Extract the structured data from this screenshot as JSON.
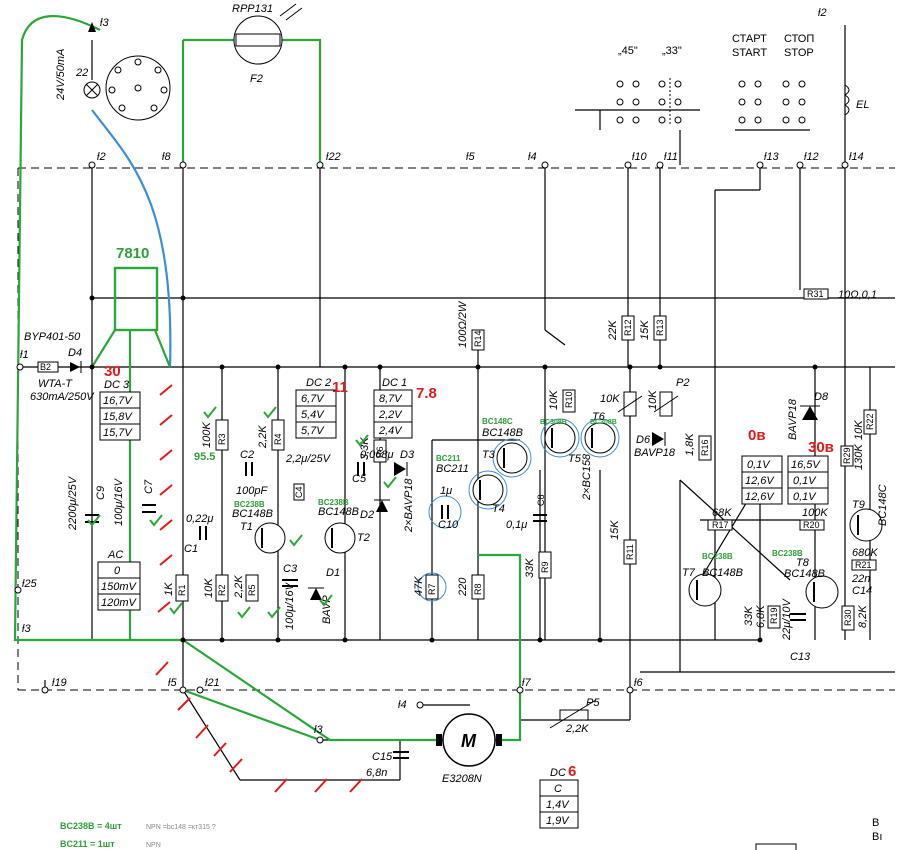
{
  "colors": {
    "wire": "#000000",
    "mod_green": "#2aa63a",
    "mod_blue": "#3a8fd6",
    "annot_red": "#e0191b",
    "green_text": "#2f9e3a"
  },
  "terminals": {
    "t3_top": "ƚ3",
    "t2_right": "ƚ2",
    "t2": "ƚ2",
    "t8": "ƚ8",
    "t22": "ƚ22",
    "t5": "ƚ5",
    "t4": "ƚ4",
    "t10": "ƚ10",
    "t11": "ƚ11",
    "t13": "ƚ13",
    "t12": "ƚ12",
    "t14": "ƚ14",
    "t1": "ƚ1",
    "t25": "ƚ25",
    "t3_left": "ƚ3",
    "t19": "ƚ19",
    "t5_bot": "ƚ5",
    "t21": "ƚ21",
    "t3_motor": "ƚ3",
    "t7": "ƚ7",
    "t4_bot": "ƚ4",
    "t6": "ƚ6"
  },
  "top": {
    "lamp_value": "24V/50mA",
    "lamp_num": "22",
    "ldr_name": "RPP131",
    "ldr_ref": "F2",
    "speed_45": "„45\"",
    "speed_33": "„33\"",
    "start_ru": "СТАРТ",
    "start_en": "START",
    "stop_ru": "СТОП",
    "stop_en": "STOP",
    "el": "EL",
    "r31": "R31",
    "r31_val": "10Ω,0,1"
  },
  "left": {
    "diode_type": "BYP401-50",
    "d4": "D4",
    "fuse": "B2",
    "fuse_type": "WTA-T",
    "fuse_rating": "630mA/250V",
    "c9_val": "2200μ/25V",
    "c9": "C9",
    "c7_val": "100μ/16V",
    "c7": "C7",
    "dc3_label": "DC 3",
    "dc3_values": [
      "16,7V",
      "15,8V",
      "15,7V"
    ],
    "ac_label": "AC",
    "ac_values": [
      "0",
      "150mV",
      "120mV"
    ]
  },
  "regulator": {
    "label": "7810"
  },
  "stage1": {
    "r3": "R3",
    "r3_val": "100K",
    "r4": "R4",
    "r4_val": "2,2K",
    "c2": "C2",
    "c2_val": "100pF",
    "c1": "C1",
    "c1_val": "0,22μ",
    "t1": "T1",
    "t1_type": "BC148B",
    "t1_green": "BC238B",
    "t2": "T2",
    "t2_type": "BC148B",
    "t2_green": "BC238B",
    "c3": "C3",
    "c3_val": "100μ/16V",
    "c4": "C4",
    "c4_val": "2,2μ/25V",
    "r1": "R1",
    "r1_val": "1K",
    "r2": "R2",
    "r2_val": "10K",
    "r5": "R5",
    "r5_val": "2,2K",
    "d1": "D1",
    "d1_type": "BAVP",
    "dc2_label": "DC 2",
    "dc2_values": [
      "6,7V",
      "5,4V",
      "5,7V"
    ]
  },
  "stage2": {
    "r6": "R6",
    "r6_val": "3,3K",
    "c5": "C5",
    "c5_val": "0,068μ",
    "d3": "D3",
    "d2": "D2",
    "d23_type": "2×BAVP18",
    "dc1_label": "DC 1",
    "dc1_values": [
      "8,7V",
      "2,2V",
      "2,4V"
    ],
    "t3": "T3",
    "t3_type": "BC148B",
    "t3_green": "BC148C",
    "t4": "T4",
    "t4_type": "BC211",
    "t4_green": "BC211",
    "c10": "C10",
    "c10_val": "1μ",
    "r7": "R7",
    "r7_val": "47K",
    "r8": "R8",
    "r8_val": "220",
    "r14": "R14",
    "r14_val": "100Ω/2W",
    "c8": "C8",
    "c8_val": "0,1μ",
    "r9": "R9",
    "r9_val": "33K"
  },
  "stage3": {
    "t5": "T5",
    "t6": "T6",
    "t56_type": "2×BC158",
    "t5_green": "BC308B",
    "t6_green": "BC308B",
    "r10": "R10",
    "r10_val": "10K",
    "r12": "R12",
    "r12_val": "22K",
    "r13": "R13",
    "r13_val": "15K",
    "p2": "P2",
    "p2_val": "10K",
    "p1_val": "10K",
    "d6": "D6",
    "d6_type": "BAVP18",
    "d8": "D8",
    "d8_type": "BAVP18",
    "r11": "R11",
    "r11_val": "15K",
    "r16": "R16",
    "r16_val": "1,8K"
  },
  "stage4": {
    "dc_label": "DC",
    "dc_a": [
      "0,1V",
      "12,6V",
      "12,6V"
    ],
    "dc_b": [
      "16,5V",
      "0,1V",
      "0,1V"
    ],
    "r17": "R17",
    "r17_val": "68K",
    "r20": "R20",
    "r20_val": "100K",
    "t7": "T7",
    "t7_type": "BC148B",
    "t7_green": "BC238B",
    "t8": "T8",
    "t8_type": "BC148B",
    "t8_green": "BC238B",
    "r18_val": "33K",
    "r19": "R19",
    "r19_val": "6,8K",
    "c13_val": "22μ/10V",
    "c13": "C13",
    "r29": "R29",
    "r29_val": "10K",
    "r22": "R22",
    "r22_val": "130K",
    "t9": "T9",
    "t9_type": "BC148C",
    "r21_val": "680K",
    "r21": "R21",
    "c14": "C14",
    "c14_val": "22n",
    "r30": "R30",
    "r30_val": "8,2K"
  },
  "motor": {
    "m": "M",
    "type": "E3208N",
    "c15": "C15",
    "c15_val": "6,8n",
    "p5": "P5",
    "p5_val": "2,2K",
    "dc_label": "DC",
    "dc_values": [
      "C",
      "1,4V",
      "1,9V"
    ]
  },
  "annotations": {
    "v30": "30",
    "v11": "11",
    "v78": "7.8",
    "v955": "95.5",
    "v0": "0в",
    "v30b": "30в",
    "v6": "6"
  },
  "notes": [
    {
      "text": "BC238B  =  4шт",
      "extra": "NPN    =bc148  =кт315  ?"
    },
    {
      "text": "BC211  =  1шт",
      "extra": "NPN"
    }
  ],
  "corner": {
    "b1": "B",
    "b2": "Bı"
  }
}
